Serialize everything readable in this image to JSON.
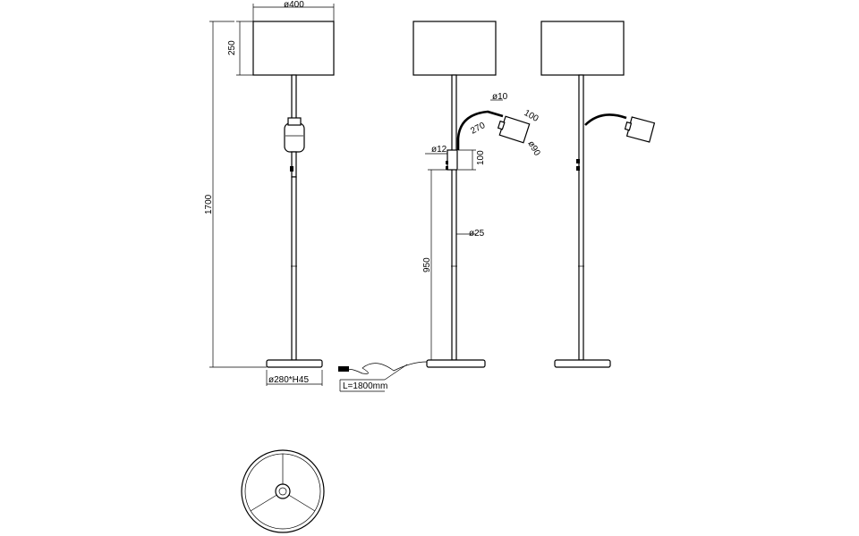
{
  "dimensions": {
    "shade_diameter": "ø400",
    "shade_height": "250",
    "total_height": "1700",
    "base": "ø280*H45",
    "cable_length": "L=1800mm",
    "arm_diameter": "ø10",
    "arm_length": "270",
    "spot_length": "100",
    "spot_diameter": "ø90",
    "switch_diameter": "ø12",
    "switch_offset": "100",
    "pole_diameter": "ø25",
    "switch_height": "950"
  }
}
